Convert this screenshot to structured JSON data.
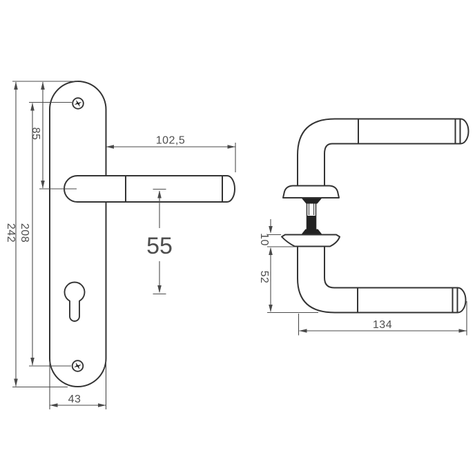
{
  "drawing_type": "door-handle-technical-drawing",
  "colors": {
    "background": "#ffffff",
    "outline": "#333333",
    "dimension": "#4a4a4a",
    "spindle_fill": "#222222"
  },
  "front_view": {
    "plate_height": "242",
    "screw_distance": "208",
    "top_to_handle": "85",
    "handle_length": "102,5",
    "cylinder_distance": "55",
    "plate_width": "43"
  },
  "side_view": {
    "rose_height": "10",
    "handle_drop": "52",
    "handle_depth": "134"
  }
}
